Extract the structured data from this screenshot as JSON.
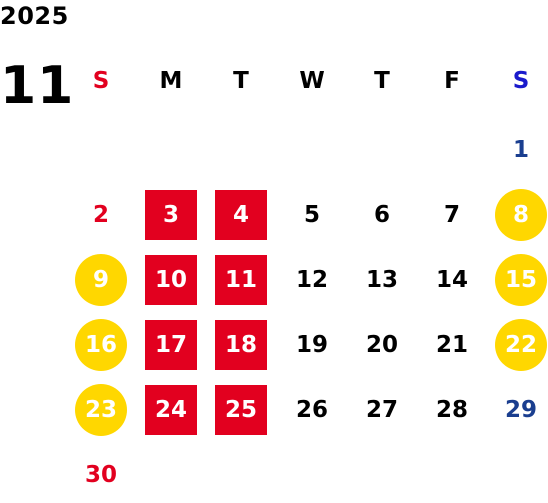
{
  "year": "2025",
  "month": "11",
  "colors": {
    "sunday_text": "#e2001f",
    "saturday_text": "#1a3e8f",
    "weekday_text": "#000000",
    "red_square": "#e2001f",
    "yellow_circle": "#ffd700"
  },
  "weekdays": [
    "S",
    "M",
    "T",
    "W",
    "T",
    "F",
    "S"
  ],
  "weeks": [
    [
      null,
      null,
      null,
      null,
      null,
      null,
      {
        "day": "1",
        "style": "sat"
      }
    ],
    [
      {
        "day": "2",
        "style": "sun"
      },
      {
        "day": "3",
        "style": "red-square"
      },
      {
        "day": "4",
        "style": "red-square"
      },
      {
        "day": "5",
        "style": "plain"
      },
      {
        "day": "6",
        "style": "plain"
      },
      {
        "day": "7",
        "style": "plain"
      },
      {
        "day": "8",
        "style": "yellow-circle"
      }
    ],
    [
      {
        "day": "9",
        "style": "yellow-circle"
      },
      {
        "day": "10",
        "style": "red-square"
      },
      {
        "day": "11",
        "style": "red-square"
      },
      {
        "day": "12",
        "style": "plain"
      },
      {
        "day": "13",
        "style": "plain"
      },
      {
        "day": "14",
        "style": "plain"
      },
      {
        "day": "15",
        "style": "yellow-circle"
      }
    ],
    [
      {
        "day": "16",
        "style": "yellow-circle"
      },
      {
        "day": "17",
        "style": "red-square"
      },
      {
        "day": "18",
        "style": "red-square"
      },
      {
        "day": "19",
        "style": "plain"
      },
      {
        "day": "20",
        "style": "plain"
      },
      {
        "day": "21",
        "style": "plain"
      },
      {
        "day": "22",
        "style": "yellow-circle"
      }
    ],
    [
      {
        "day": "23",
        "style": "yellow-circle"
      },
      {
        "day": "24",
        "style": "red-square"
      },
      {
        "day": "25",
        "style": "red-square"
      },
      {
        "day": "26",
        "style": "plain"
      },
      {
        "day": "27",
        "style": "plain"
      },
      {
        "day": "28",
        "style": "plain"
      },
      {
        "day": "29",
        "style": "sat"
      }
    ],
    [
      {
        "day": "30",
        "style": "sun"
      },
      null,
      null,
      null,
      null,
      null,
      null
    ]
  ]
}
